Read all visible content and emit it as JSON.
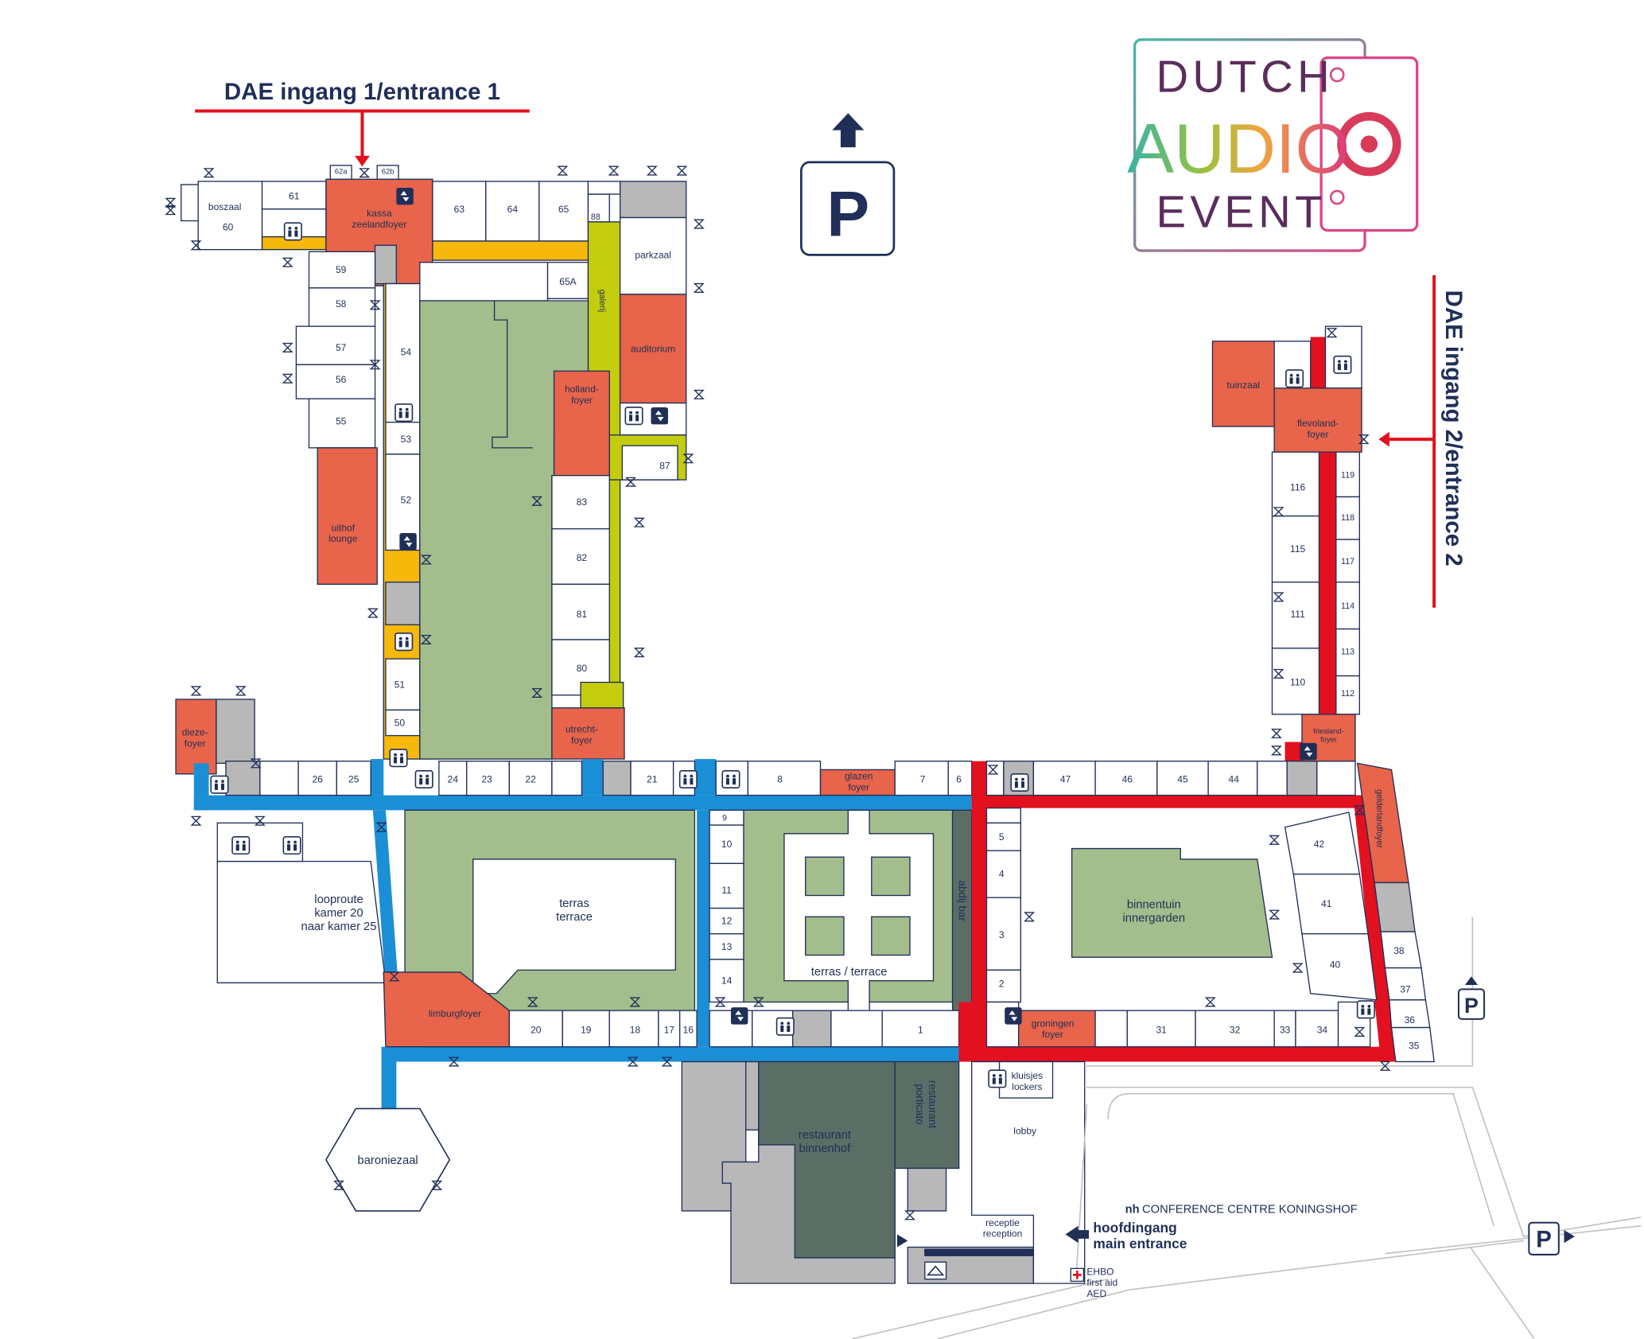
{
  "logo": {
    "line1": "DUTCH",
    "line2": "AUDIO",
    "line3": "EVENT"
  },
  "entrances": {
    "entrance1": "DAE ingang 1/entrance 1",
    "entrance2": "DAE ingang 2/entrance 2",
    "main": [
      "hoofdingang",
      "main entrance"
    ],
    "venue_name": "CONFERENCE CENTRE KONINGSHOF",
    "venue_mark": "nh"
  },
  "parking_letter": "P",
  "rooms": {
    "r60": "60",
    "boszaal": "boszaal",
    "r61": "61",
    "r62a": "62a",
    "r62b": "62b",
    "kassa": [
      "kassa",
      "zeelandfoyer"
    ],
    "r63": "63",
    "r64": "64",
    "r65": "65",
    "r88": "88",
    "r65a": "65A",
    "galerij": "galerij",
    "parkzaal": "parkzaal",
    "auditorium": "auditorium",
    "r59": "59",
    "r58": "58",
    "r57": "57",
    "r56": "56",
    "r55": "55",
    "uithof": [
      "uithof",
      "lounge"
    ],
    "r54": "54",
    "r53": "53",
    "r52": "52",
    "r51": "51",
    "r50": "50",
    "hollandfoyer": [
      "holland-",
      "foyer"
    ],
    "r87": "87",
    "r83": "83",
    "r82": "82",
    "r81": "81",
    "r80": "80",
    "utrechtfoyer": [
      "utrecht-",
      "foyer"
    ],
    "diezefoyer": [
      "dieze-",
      "foyer"
    ],
    "r26": "26",
    "r25": "25",
    "r24": "24",
    "r23": "23",
    "r22": "22",
    "r21": "21",
    "r8": "8",
    "glazenfoyer": [
      "glazen",
      "foyer"
    ],
    "r7": "7",
    "r6": "6",
    "r47": "47",
    "r46": "46",
    "r45": "45",
    "r44": "44",
    "looproute": [
      "looproute",
      "kamer 20",
      "naar kamer 25"
    ],
    "terras": [
      "terras",
      "terrace"
    ],
    "terras2": "terras / terrace",
    "r9": "9",
    "r10": "10",
    "r11": "11",
    "r12": "12",
    "r13": "13",
    "r14": "14",
    "abdijbar": "abdij bar",
    "r5": "5",
    "r4": "4",
    "r3": "3",
    "r2": "2",
    "binnentuin": [
      "binnentuin",
      "innergarden"
    ],
    "r42": "42",
    "r41": "41",
    "r40": "40",
    "gelderlandfoyer": "gelderlandfoyer",
    "r38": "38",
    "r37": "37",
    "r36": "36",
    "r35": "35",
    "limburgfoyer": "limburgfoyer",
    "r20": "20",
    "r19": "19",
    "r18": "18",
    "r17": "17",
    "r16": "16",
    "r1": "1",
    "groningen": [
      "groningen",
      "foyer"
    ],
    "r31": "31",
    "r32": "32",
    "r33": "33",
    "r34": "34",
    "baroniezaal": "baroniezaal",
    "restaurant": [
      "restaurant",
      "binnenhof"
    ],
    "porticato": [
      "restaurant",
      "porticato"
    ],
    "kluisjes": [
      "kluisjes",
      "lockers"
    ],
    "lobby": "lobby",
    "receptie": [
      "receptie",
      "reception"
    ],
    "ehbo": [
      "EHBO",
      "first aid",
      "AED"
    ],
    "tuinzaal": "tuinzaal",
    "flevoland": [
      "flevoland-",
      "foyer"
    ],
    "r116": "116",
    "r115": "115",
    "r111": "111",
    "r110": "110",
    "r119": "119",
    "r118": "118",
    "r117": "117",
    "r114": "114",
    "r113": "113",
    "r112": "112",
    "friesland": [
      "friesland-",
      "foyer"
    ]
  },
  "colors": {
    "navy": "#1f2f57",
    "orange_room": "#e8644a",
    "green_area": "#a3bd8c",
    "dark_green": "#5b6e66",
    "gray": "#b8b8b8",
    "blue_route": "#1b8fd6",
    "red_route": "#e3101f",
    "yellow_route": "#f5b80b",
    "lime_route": "#c3cd0e",
    "white_room": "#ffffff"
  },
  "icons": [
    "toilet-icon",
    "elevator-icon",
    "stairs-icon",
    "door-icon",
    "parking-icon",
    "arrow-up-icon",
    "first-aid-icon",
    "cloakroom-icon"
  ]
}
